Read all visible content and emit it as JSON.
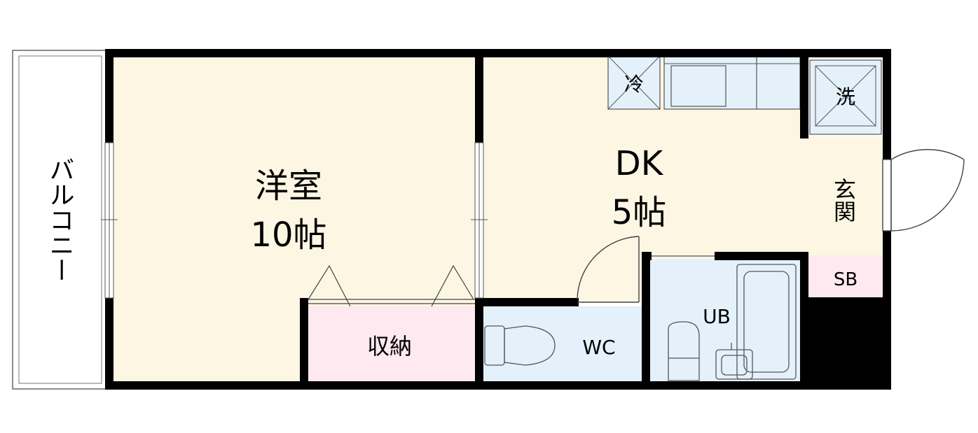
{
  "plan": {
    "rooms": {
      "youshitsu": {
        "name": "洋室",
        "size": "10帖"
      },
      "dk": {
        "name": "DK",
        "size": "5帖"
      },
      "balcony": {
        "name": "バルコニー"
      },
      "storage": {
        "name": "収納"
      },
      "wc": {
        "name": "WC"
      },
      "ub": {
        "name": "UB"
      },
      "genkan": {
        "name": "玄関"
      },
      "sb": {
        "name": "SB"
      }
    },
    "appliances": {
      "fridge": "冷",
      "washer": "洗"
    }
  },
  "colors": {
    "wall": "#000000",
    "room_floor": "#fdf6e3",
    "storage_floor": "#fde9ef",
    "wet_floor": "#e4f1fb",
    "fixture_line": "#555555",
    "balcony_floor": "#ffffff"
  }
}
